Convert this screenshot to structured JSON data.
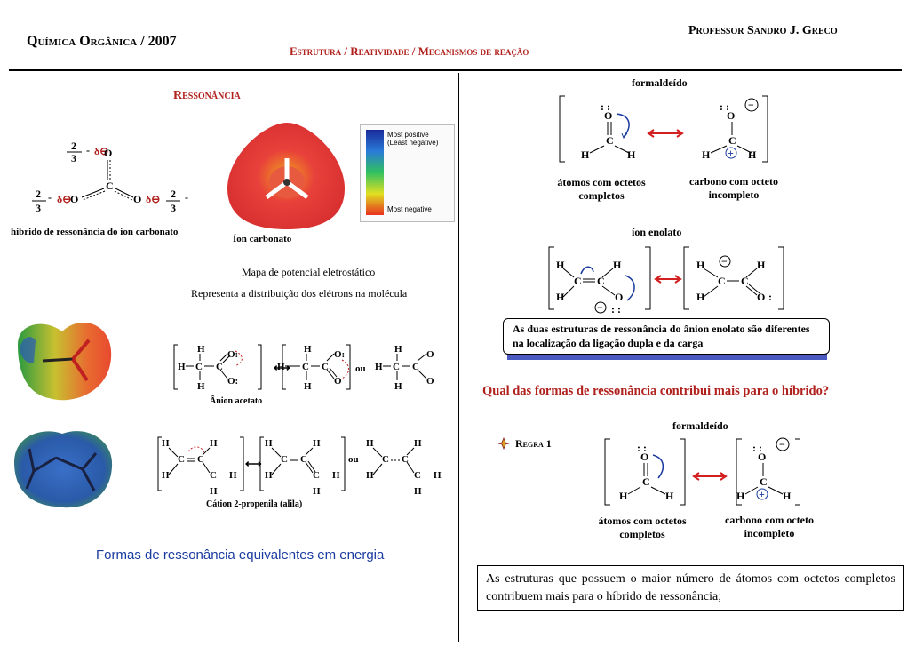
{
  "header": {
    "course": "Química Orgânica / 2007",
    "professor": "Professor Sandro J. Greco",
    "topic": "Estrutura / Reatividade / Mecanismos de reação"
  },
  "left": {
    "section_title": "Ressonância",
    "carbonate_hybrid_caption": "híbrido de ressonância do íon carbonato",
    "charge_fraction_num": "2",
    "charge_fraction_den": "3",
    "delta_label": "δ⊖",
    "esp_caption": "Íon carbonato",
    "esp_legend_top": "Most positive (Least negative)",
    "esp_legend_bottom": "Most negative",
    "map_title": "Mapa de potencial eletrostático",
    "map_subtitle": "Representa a distribuição dos elétrons na molécula",
    "acetate_caption": "Ânion acetato",
    "allyl_caption": "Cátion 2-propenila (alila)",
    "or_label": "ou",
    "equivalent_forms": "Formas de ressonância equivalentes em energia"
  },
  "right": {
    "formaldehyde_label": "formaldeído",
    "octet_complete": "átomos com octetos completos",
    "octet_incomplete": "carbono com octeto incompleto",
    "enolate_label": "íon enolato",
    "enolate_note": "As duas estruturas de ressonância do ânion enolato são diferentes na localização da ligação dupla e da carga",
    "question": "Qual das formas de ressonância contribui mais para o híbrido?",
    "rule_label": "Regra 1",
    "rule_text": "As estruturas que possuem o maior número de átomos com octetos completos contribuem mais para o híbrido de ressonância;"
  },
  "colors": {
    "accent_red": "#b0201c",
    "arrow_red": "#d21f1f",
    "question_red": "#b0201c"
  }
}
